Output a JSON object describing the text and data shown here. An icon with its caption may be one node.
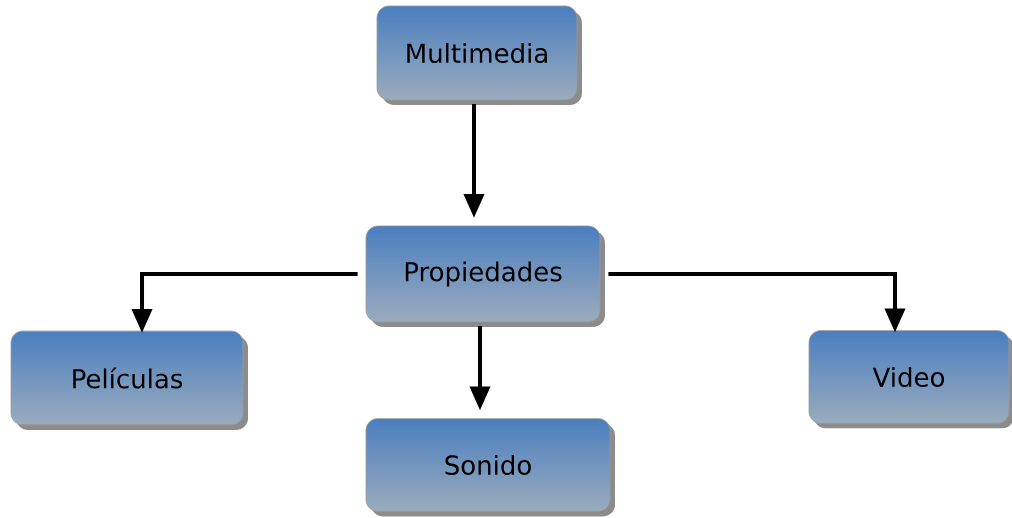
{
  "diagram": {
    "nodes": [
      {
        "text": [
          "Multimedia"
        ]
      },
      {
        "text": [
          "Propiedades"
        ]
      },
      {
        "text": [
          "Películas"
        ]
      },
      {
        "text": [
          "Sonido"
        ]
      },
      {
        "text": [
          "Video"
        ]
      }
    ],
    "edges": [
      {
        "from": 0,
        "to": 1,
        "arrow": "to"
      },
      {
        "from": 1,
        "to": 2,
        "arrow": "to"
      },
      {
        "from": 1,
        "to": 3,
        "arrow": "to"
      },
      {
        "from": 1,
        "to": 4,
        "arrow": "to"
      }
    ]
  }
}
